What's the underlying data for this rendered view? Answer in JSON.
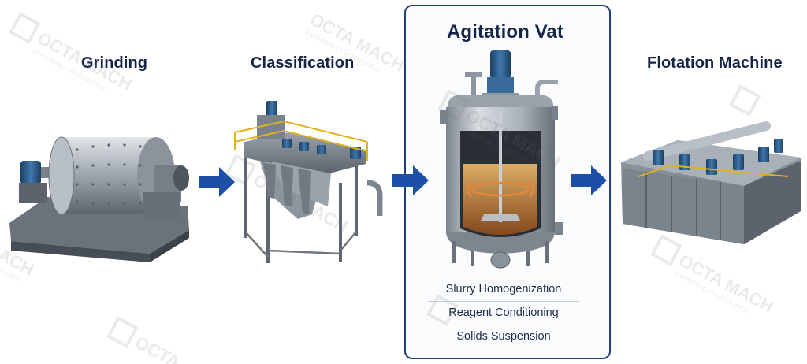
{
  "stages": [
    {
      "title": "Grinding"
    },
    {
      "title": "Classification"
    },
    {
      "title": "Agitation Vat",
      "features": [
        "Slurry Homogenization",
        "Reagent Conditioning",
        "Solids Suspension"
      ]
    },
    {
      "title": "Flotation Machine"
    }
  ],
  "watermark": {
    "brand": "OCTA MACH",
    "tagline": "EXPANDING YOUR OUTPUT"
  },
  "colors": {
    "arrow": "#1d4fa8",
    "frame": "#1d3f7d",
    "steel": "#8a929c",
    "motor": "#2a5f8f",
    "slurry": "#c07a2e",
    "rail": "#e0b21b"
  }
}
